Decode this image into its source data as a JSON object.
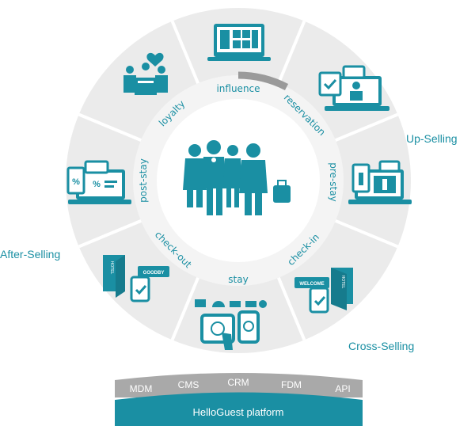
{
  "center": {
    "icon": "guests-group-icon"
  },
  "stages": [
    {
      "key": "influence",
      "label": "influence",
      "icon": "tablet-social-icon"
    },
    {
      "key": "reservation",
      "label": "reservation",
      "icon": "laptop-booking-icon"
    },
    {
      "key": "pre-stay",
      "label": "pre-stay",
      "icon": "laptop-info-icon"
    },
    {
      "key": "check-in",
      "label": "check-in",
      "icon": "welcome-door-icon"
    },
    {
      "key": "stay",
      "label": "stay",
      "icon": "tablet-services-icon"
    },
    {
      "key": "check-out",
      "label": "check-out",
      "icon": "goodby-door-icon"
    },
    {
      "key": "post-stay",
      "label": "post-stay",
      "icon": "laptop-discount-icon"
    },
    {
      "key": "loyalty",
      "label": "loyalty",
      "icon": "loyalty-heart-icon"
    }
  ],
  "selling": {
    "up": "Up-Selling",
    "after": "After-Selling",
    "cross": "Cross-Selling"
  },
  "icon_text": {
    "hotel": "HOTEL",
    "goodby": "GOODBY",
    "welcome": "WELCOME"
  },
  "platform": {
    "modules": [
      "MDM",
      "CMS",
      "CRM",
      "FDM",
      "API"
    ],
    "name": "HelloGuest platform"
  },
  "colors": {
    "accent": "#1a8fa3",
    "ring": "#ebebeb",
    "inner_ring": "#f4f4f4",
    "platform_band": "#a9a9a9",
    "platform_base": "#1a8fa3"
  }
}
